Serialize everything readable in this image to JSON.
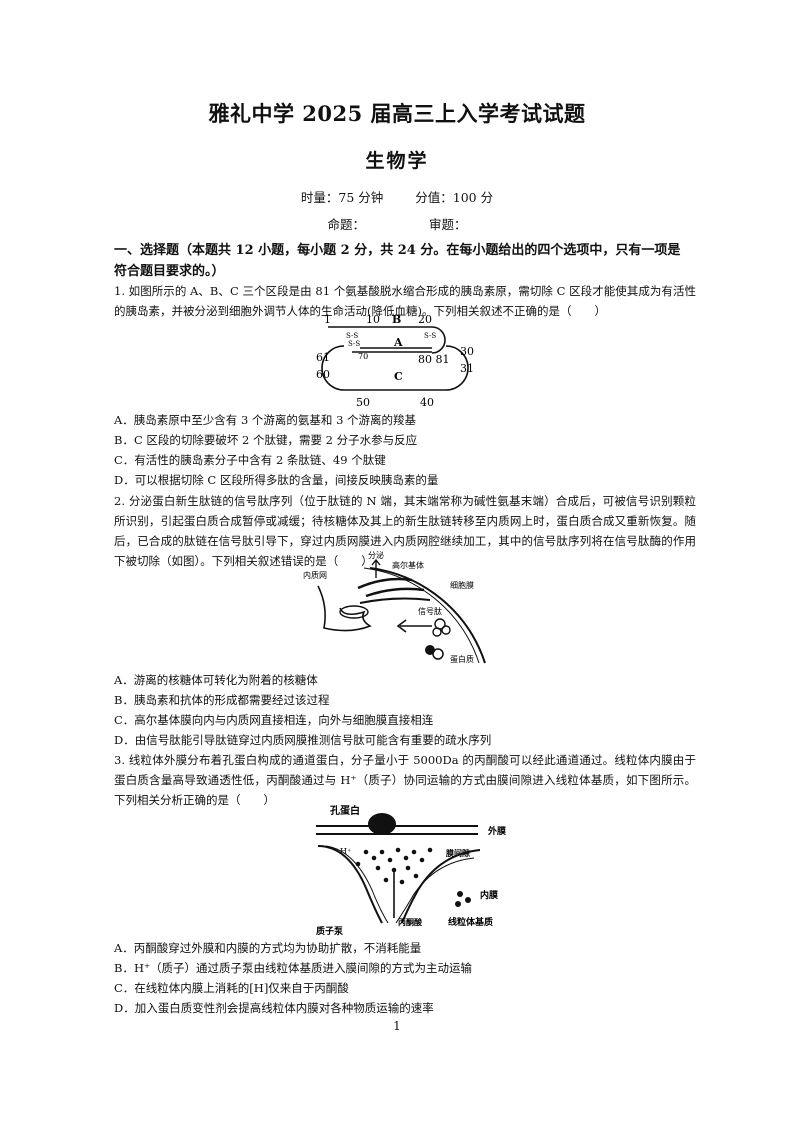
{
  "header": {
    "title": "雅礼中学 2025 届高三上入学考试试题",
    "subject": "生物学",
    "time": "时量：75 分钟",
    "score": "分值：100 分",
    "author": "命题：",
    "reviewer": "审题："
  },
  "section1": "一、选择题（本题共 12 小题，每小题 2 分，共 24 分。在每小题给出的四个选项中，只有一项是符合题目要求的。）",
  "q1": {
    "stem": "1. 如图所示的 A、B、C 三个区段是由 81 个氨基酸脱水缩合形成的胰岛素原，需切除 C 区段才能使其成为有活性的胰岛素，并被分泌到细胞外调节人体的生命活动(降低血糖)。下列相关叙述不正确的是（　　）",
    "figure": {
      "labels_top": [
        "1",
        "10",
        "B",
        "20"
      ],
      "label_a": "A",
      "label_c": "C",
      "inner_left": "70",
      "inner_right": "80 81",
      "left_nums": [
        "61",
        "60"
      ],
      "right_nums": [
        "30",
        "31"
      ],
      "bottom_nums": [
        "50",
        "40"
      ],
      "bond": "S-S"
    },
    "options": [
      "A．胰岛素原中至少含有 3 个游离的氨基和 3 个游离的羧基",
      "B．C 区段的切除要破坏 2 个肽键，需要 2 分子水参与反应",
      "C．有活性的胰岛素分子中含有 2 条肽链、49 个肽键",
      "D．可以根据切除 C 区段所得多肽的含量，间接反映胰岛素的量"
    ]
  },
  "q2": {
    "stem": "2. 分泌蛋白新生肽链的信号肽序列（位于肽链的 N 端，其末端常称为碱性氨基末端）合成后，可被信号识别颗粒所识别，引起蛋白质合成暂停或减缓；待核糖体及其上的新生肽链转移至内质网上时，蛋白质合成又重新恢复。随后，已合成的肽链在信号肽引导下，穿过内质网膜进入内质网腔继续加工，其中的信号肽序列将在信号肽酶的作用下被切除（如图）。下列相关叙述错误的是（　　）",
    "figure": {
      "secretion": "分泌",
      "golgi": "高尔基体",
      "er": "内质网",
      "membrane": "细胞膜",
      "signal": "信号肽",
      "protein": "蛋白质"
    },
    "options": [
      "A．游离的核糖体可转化为附着的核糖体",
      "B．胰岛素和抗体的形成都需要经过该过程",
      "C．高尔基体膜向内与内质网直接相连，向外与细胞膜直接相连",
      "D．由信号肽能引导肽链穿过内质网膜推测信号肽可能含有重要的疏水序列"
    ]
  },
  "q3": {
    "stem": "3. 线粒体外膜分布着孔蛋白构成的通道蛋白，分子量小于 5000Da 的丙酮酸可以经此通道通过。线粒体内膜由于蛋白质含量高导致通透性低，丙酮酸通过与 H⁺（质子）协同运输的方式由膜间隙进入线粒体基质，如下图所示。下列相关分析正确的是（　　）",
    "figure": {
      "porin": "孔蛋白",
      "outer": "外膜",
      "hplus": "H⁺",
      "space": "膜间隙",
      "inner": "内膜",
      "pump": "质子泵",
      "pyruvate": "丙酮酸",
      "matrix": "线粒体基质"
    },
    "options": [
      "A．丙酮酸穿过外膜和内膜的方式均为协助扩散，不消耗能量",
      "B．H⁺（质子）通过质子泵由线粒体基质进入膜间隙的方式为主动运输",
      "C．在线粒体内膜上消耗的[H]仅来自于丙酮酸",
      "D．加入蛋白质变性剂会提高线粒体内膜对各种物质运输的速率"
    ]
  },
  "page_number": "1"
}
